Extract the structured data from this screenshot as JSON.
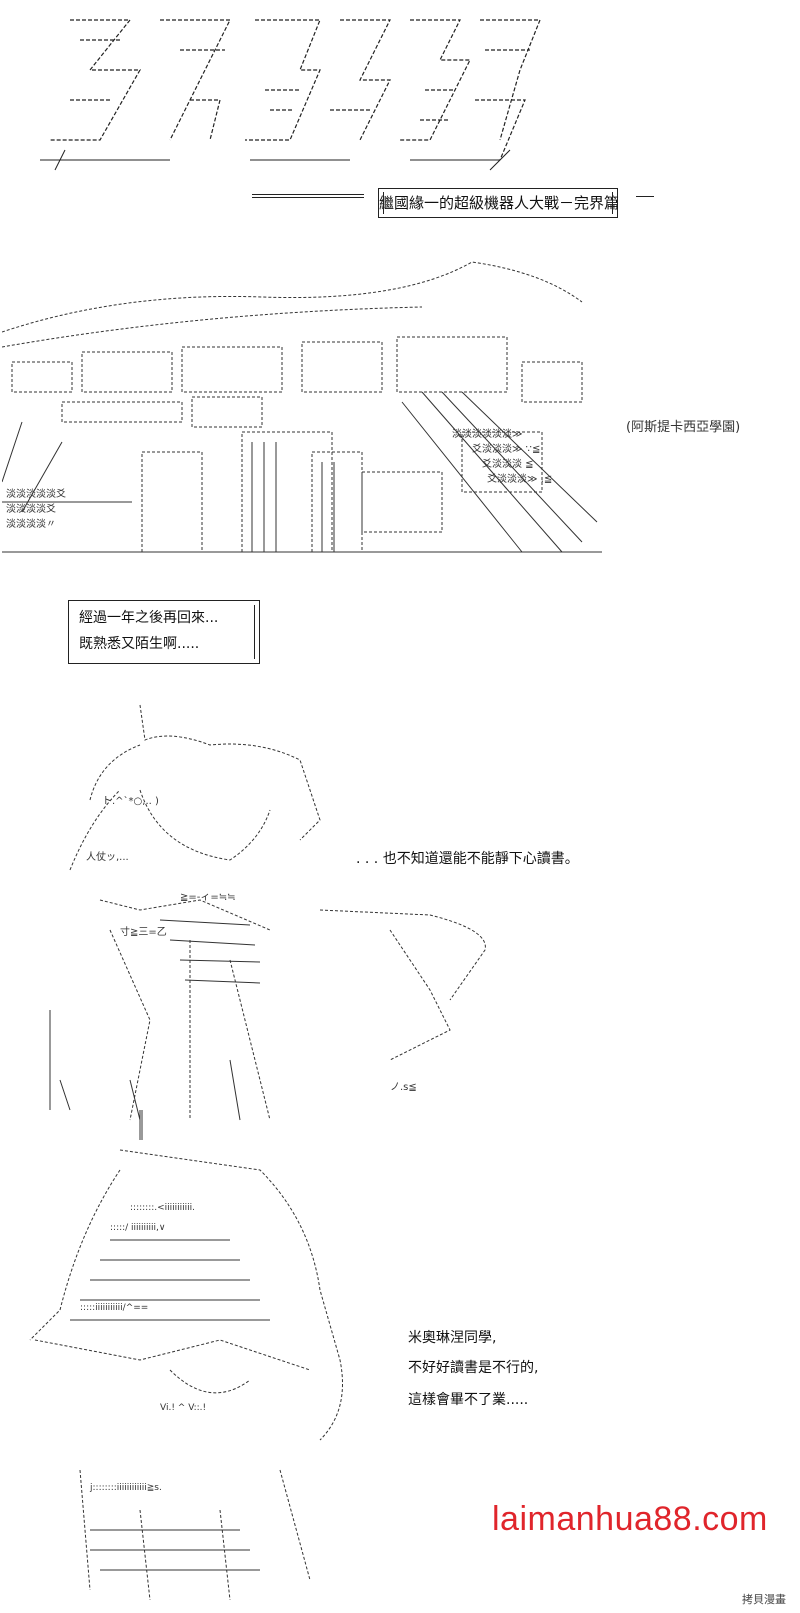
{
  "subtitle": "繼國緣一的超級機器人大戰－完界篇",
  "location_caption": "(阿斯提卡西亞學園)",
  "narration_box": {
    "line1": "經過一年之後再回來...",
    "line2": "既熟悉又陌生啊....."
  },
  "monologue": ". . . 也不知道還能不能靜下心讀書。",
  "speech": {
    "line1": "米奧琳涅同學,",
    "line2": "不好好讀書是不行的,",
    "line3": "這樣會畢不了業....."
  },
  "watermark": "laimanhua88.com",
  "corner_mark": "拷貝漫畫",
  "colors": {
    "ink": "#222222",
    "watermark": "#e0252b"
  },
  "icons": [
    "title-logo-art",
    "city-skyline-art",
    "student-figure-art",
    "seated-figure-art"
  ]
}
